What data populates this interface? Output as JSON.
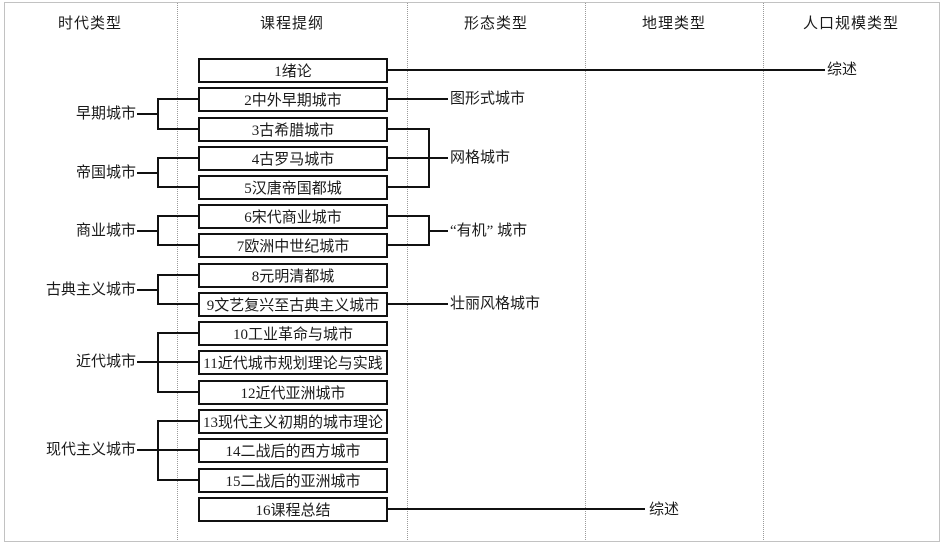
{
  "figure": {
    "columns": [
      "时代类型",
      "课程提纲",
      "形态类型",
      "地理类型",
      "人口规模类型"
    ],
    "courses": [
      "1绪论",
      "2中外早期城市",
      "3古希腊城市",
      "4古罗马城市",
      "5汉唐帝国都城",
      "6宋代商业城市",
      "7欧洲中世纪城市",
      "8元明清都城",
      "9文艺复兴至古典主义城市",
      "10工业革命与城市",
      "11近代城市规划理论与实践",
      "12近代亚洲城市",
      "13现代主义初期的城市理论",
      "14二战后的西方城市",
      "15二战后的亚洲城市",
      "16课程总结"
    ],
    "era_types": [
      {
        "label": "早期城市",
        "courses": [
          2,
          3
        ]
      },
      {
        "label": "帝国城市",
        "courses": [
          4,
          5
        ]
      },
      {
        "label": "商业城市",
        "courses": [
          6,
          7
        ]
      },
      {
        "label": "古典主义城市",
        "courses": [
          8,
          9
        ]
      },
      {
        "label": "近代城市",
        "courses": [
          10,
          11,
          12
        ]
      },
      {
        "label": "现代主义城市",
        "courses": [
          13,
          14,
          15
        ]
      }
    ],
    "form_types": [
      {
        "label": "图形式城市",
        "courses": [
          2
        ]
      },
      {
        "label": "网格城市",
        "courses": [
          3,
          4,
          5
        ]
      },
      {
        "label": "“有机” 城市",
        "courses": [
          6,
          7
        ]
      },
      {
        "label": "壮丽风格城市",
        "courses": [
          9
        ]
      }
    ],
    "overview_labels": [
      {
        "label": "综述",
        "courses": [
          1
        ]
      },
      {
        "label": "综述",
        "courses": [
          16
        ]
      }
    ],
    "colors": {
      "line": "#111111",
      "frame": "#c2c2c2",
      "separator": "#9a9a9a",
      "background": "#ffffff"
    }
  }
}
